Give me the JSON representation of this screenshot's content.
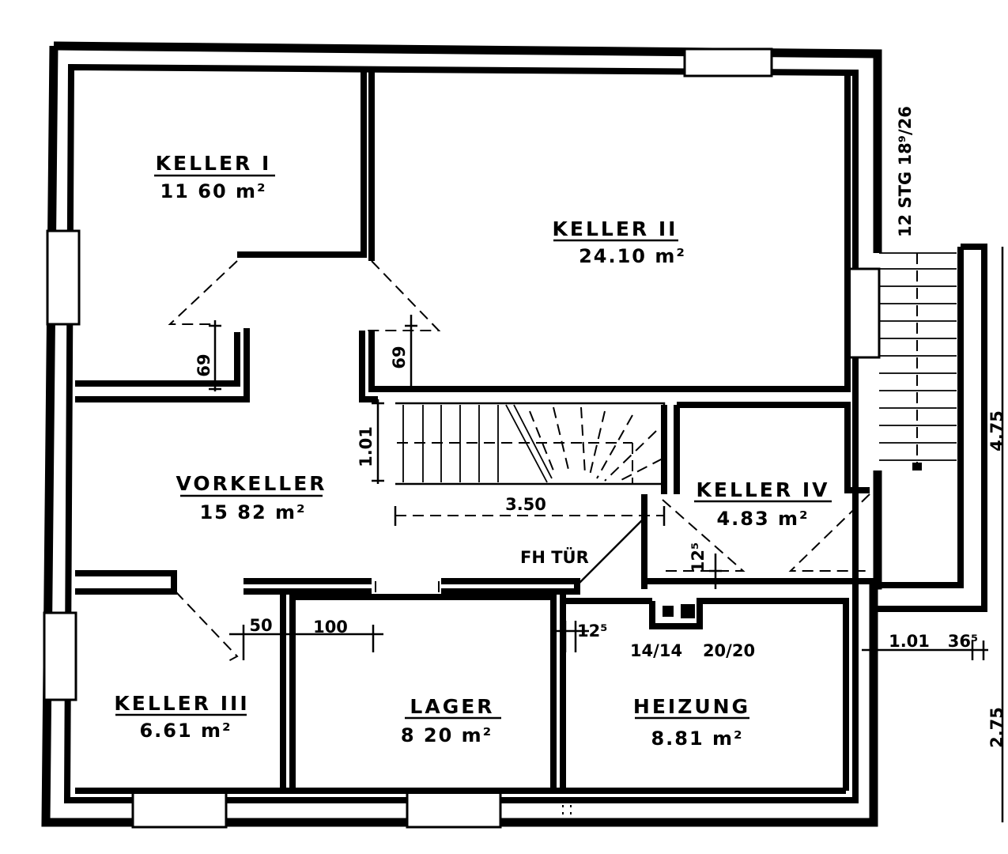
{
  "rooms": {
    "keller1": {
      "name": "KELLER I",
      "area": "11 60 m²"
    },
    "keller2": {
      "name": "KELLER II",
      "area": "24.10 m²"
    },
    "vorkeller": {
      "name": "VORKELLER",
      "area": "15 82 m²"
    },
    "keller4": {
      "name": "KELLER IV",
      "area": "4.83 m²"
    },
    "keller3": {
      "name": "KELLER III",
      "area": "6.61 m²"
    },
    "lager": {
      "name": "LAGER",
      "area": "8 20 m²"
    },
    "heizung": {
      "name": "HEIZUNG",
      "area": "8.81 m²"
    }
  },
  "labels": {
    "door_fh": "FH TÜR",
    "stair_note": "12 STG 18⁹/26"
  },
  "dimensions": {
    "door_left": "69",
    "door_right": "69",
    "stair_width": "1.01",
    "stair_length": "3.50",
    "d50": "50",
    "d100": "100",
    "d125": "12⁵",
    "d125b": "12⁵",
    "chimney_small": "14/14",
    "chimney_large": "20/20",
    "outer_stair_width": "1.01",
    "d365": "36⁵",
    "edge_top": "4.75",
    "edge_bottom": "2.75"
  }
}
